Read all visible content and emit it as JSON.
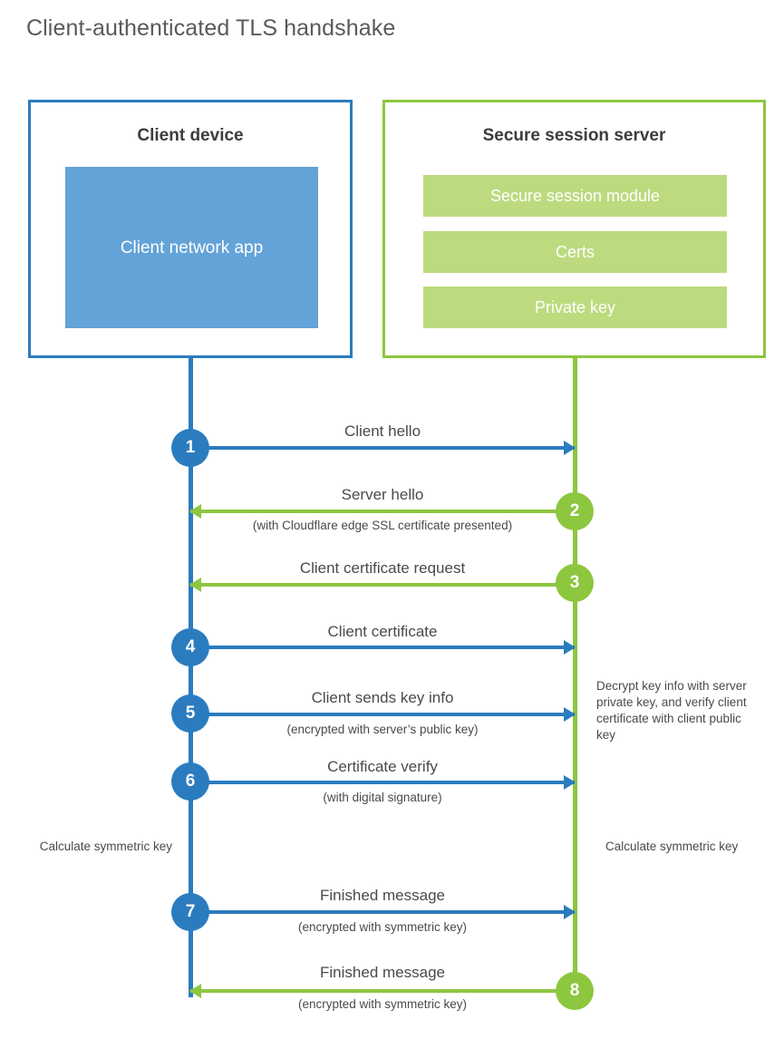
{
  "title": "Client-authenticated TLS handshake",
  "colors": {
    "blue_stroke": "#2b7cbf",
    "blue_fill": "#64a3d8",
    "green_stroke": "#8dc63f",
    "green_fill": "#bcdb7f",
    "text": "#4a4a4a",
    "title_text": "#5a5a5a",
    "background": "#ffffff"
  },
  "client": {
    "title": "Client device",
    "app_label": "Client network app"
  },
  "server": {
    "title": "Secure session server",
    "modules": [
      {
        "label": "Secure session module"
      },
      {
        "label": "Certs"
      },
      {
        "label": "Private key"
      }
    ]
  },
  "steps": [
    {
      "number": "1",
      "label": "Client hello",
      "sublabel": "",
      "direction": "client-to-server",
      "color": "blue"
    },
    {
      "number": "2",
      "label": "Server hello",
      "sublabel": "(with Cloudflare edge SSL certificate presented)",
      "direction": "server-to-client",
      "color": "green"
    },
    {
      "number": "3",
      "label": "Client certificate request",
      "sublabel": "",
      "direction": "server-to-client",
      "color": "green"
    },
    {
      "number": "4",
      "label": "Client certificate",
      "sublabel": "",
      "direction": "client-to-server",
      "color": "blue"
    },
    {
      "number": "5",
      "label": "Client sends key info",
      "sublabel": "(encrypted with server’s public key)",
      "direction": "client-to-server",
      "color": "blue"
    },
    {
      "number": "6",
      "label": "Certificate verify",
      "sublabel": "(with digital signature)",
      "direction": "client-to-server",
      "color": "blue"
    },
    {
      "number": "7",
      "label": "Finished message",
      "sublabel": "(encrypted with symmetric key)",
      "direction": "client-to-server",
      "color": "blue"
    },
    {
      "number": "8",
      "label": "Finished message",
      "sublabel": "(encrypted with symmetric key)",
      "direction": "server-to-client",
      "color": "green"
    }
  ],
  "notes": {
    "server_decrypt": "Decrypt key info with server private key, and verify client certificate with client public key",
    "client_calculate": "Calculate symmetric key",
    "server_calculate": "Calculate symmetric key"
  }
}
